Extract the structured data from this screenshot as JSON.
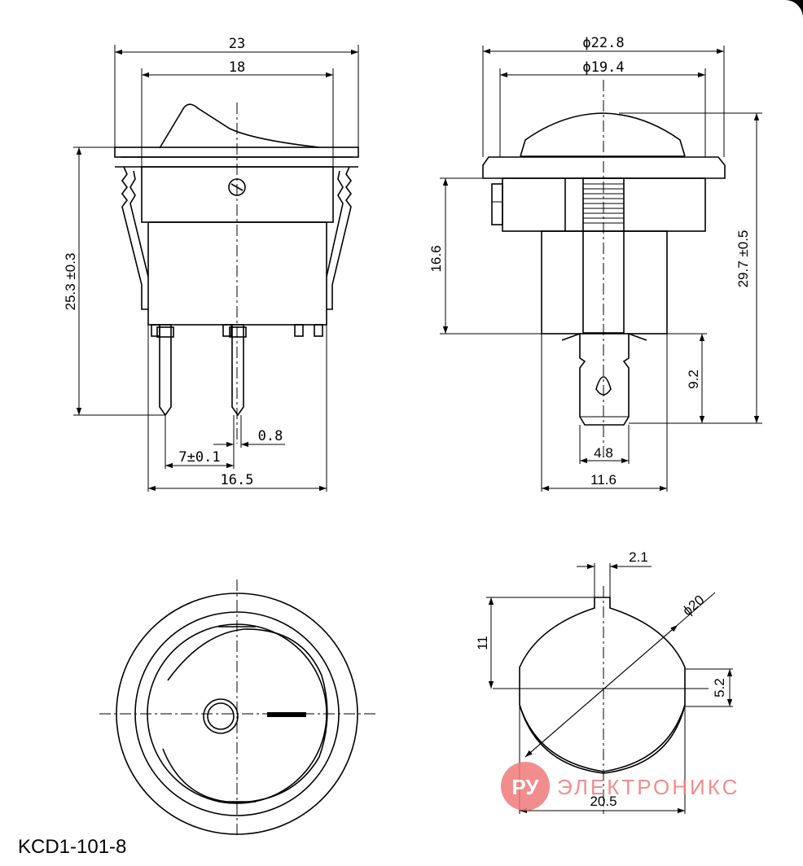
{
  "model": "KCD1-101-8",
  "watermark": {
    "badge": "РУ",
    "text": "ЭЛЕКТРОНИКС",
    "color": "#f07a7a"
  },
  "front_view": {
    "width_overall": "23",
    "width_body": "18",
    "height": "25.3 ±0.3",
    "pin_width": "0.8",
    "pin_pitch": "7±0.1",
    "bottom_width": "16.5"
  },
  "side_view": {
    "diam_outer": "ϕ22.8",
    "diam_cap": "ϕ19.4",
    "height_body": "16.6",
    "height_total": "29.7 ±0.5",
    "terminal_length": "9.2",
    "terminal_width": "4.8",
    "bottom_width": "11.6"
  },
  "cutout_view": {
    "key_width": "2.1",
    "diameter": "ϕ20",
    "height_to_key": "11",
    "flat_offset": "5.2",
    "flat_width": "20.5"
  }
}
